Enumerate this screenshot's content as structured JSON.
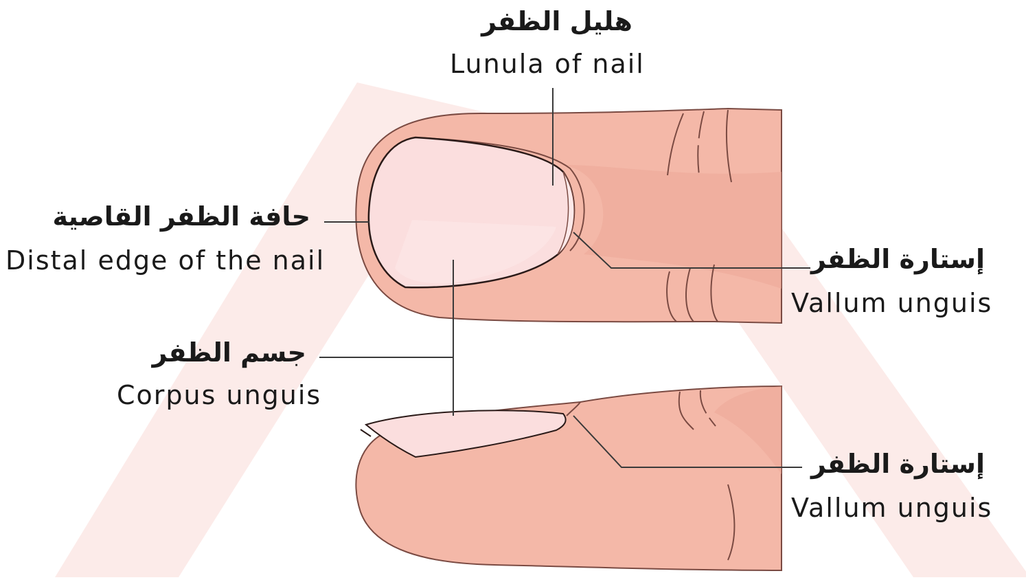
{
  "labels": {
    "lunula": {
      "ar": "هليل الظفر",
      "en": "Lunula of nail"
    },
    "distal_edge": {
      "ar": "حافة الظفر القاصية",
      "en": "Distal edge of the nail"
    },
    "vallum_top": {
      "ar": "إستارة الظفر",
      "en": "Vallum unguis"
    },
    "corpus": {
      "ar": "جسم الظفر",
      "en": "Corpus unguis"
    },
    "vallum_bottom": {
      "ar": "إستارة الظفر",
      "en": "Vallum unguis"
    }
  },
  "colors": {
    "skin": "#f4b8a8",
    "skin_shade": "#eca596",
    "nail": "#fbdede",
    "nail_light": "#fde9e9",
    "outline": "#7a4a42",
    "leader": "#3a3a3a",
    "watermark": "#fbe6e3"
  }
}
